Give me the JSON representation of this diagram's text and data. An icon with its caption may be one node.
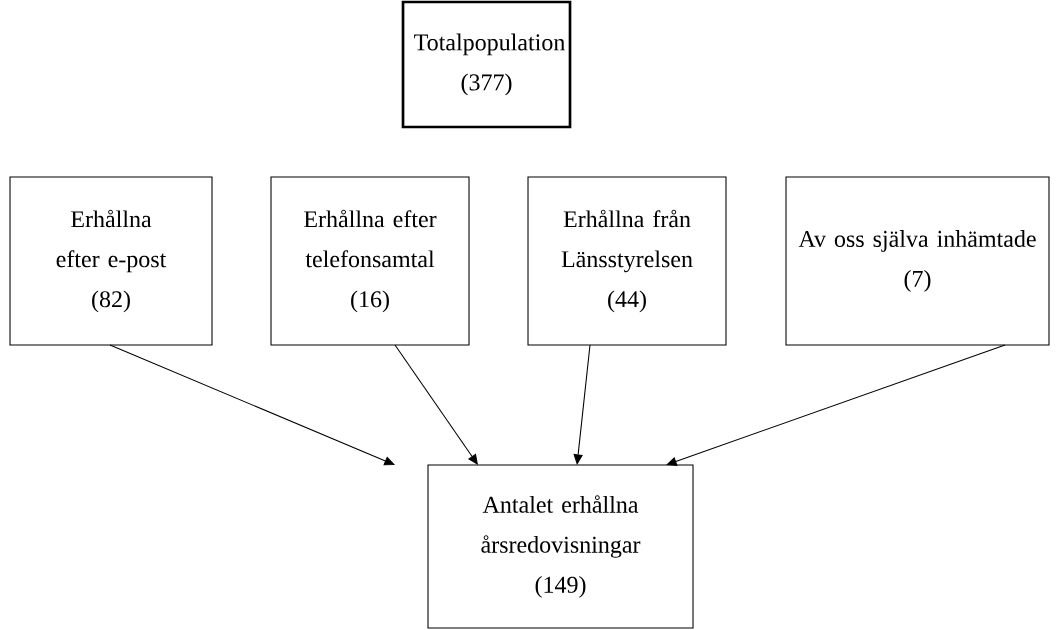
{
  "diagram": {
    "nodes": [
      {
        "text": [
          "Totalpopulation",
          "(377)"
        ]
      },
      {
        "text": [
          "Erhållna efter e-post",
          "(82)"
        ]
      },
      {
        "text": [
          "Erhållna efter telefonsamtal",
          "(16)"
        ]
      },
      {
        "text": [
          "Erhållna från Länsstyrelsen",
          "(44)"
        ]
      },
      {
        "text": [
          "Av oss själva inhämtade",
          "(7)"
        ]
      },
      {
        "text": [
          "Antalet erhållna årsredovisningar",
          "(149)"
        ]
      }
    ],
    "edges": [
      {
        "from": 1,
        "to": 5,
        "arrow": "to"
      },
      {
        "from": 2,
        "to": 5,
        "arrow": "to"
      },
      {
        "from": 3,
        "to": 5,
        "arrow": "to"
      },
      {
        "from": 4,
        "to": 5,
        "arrow": "to"
      }
    ]
  }
}
